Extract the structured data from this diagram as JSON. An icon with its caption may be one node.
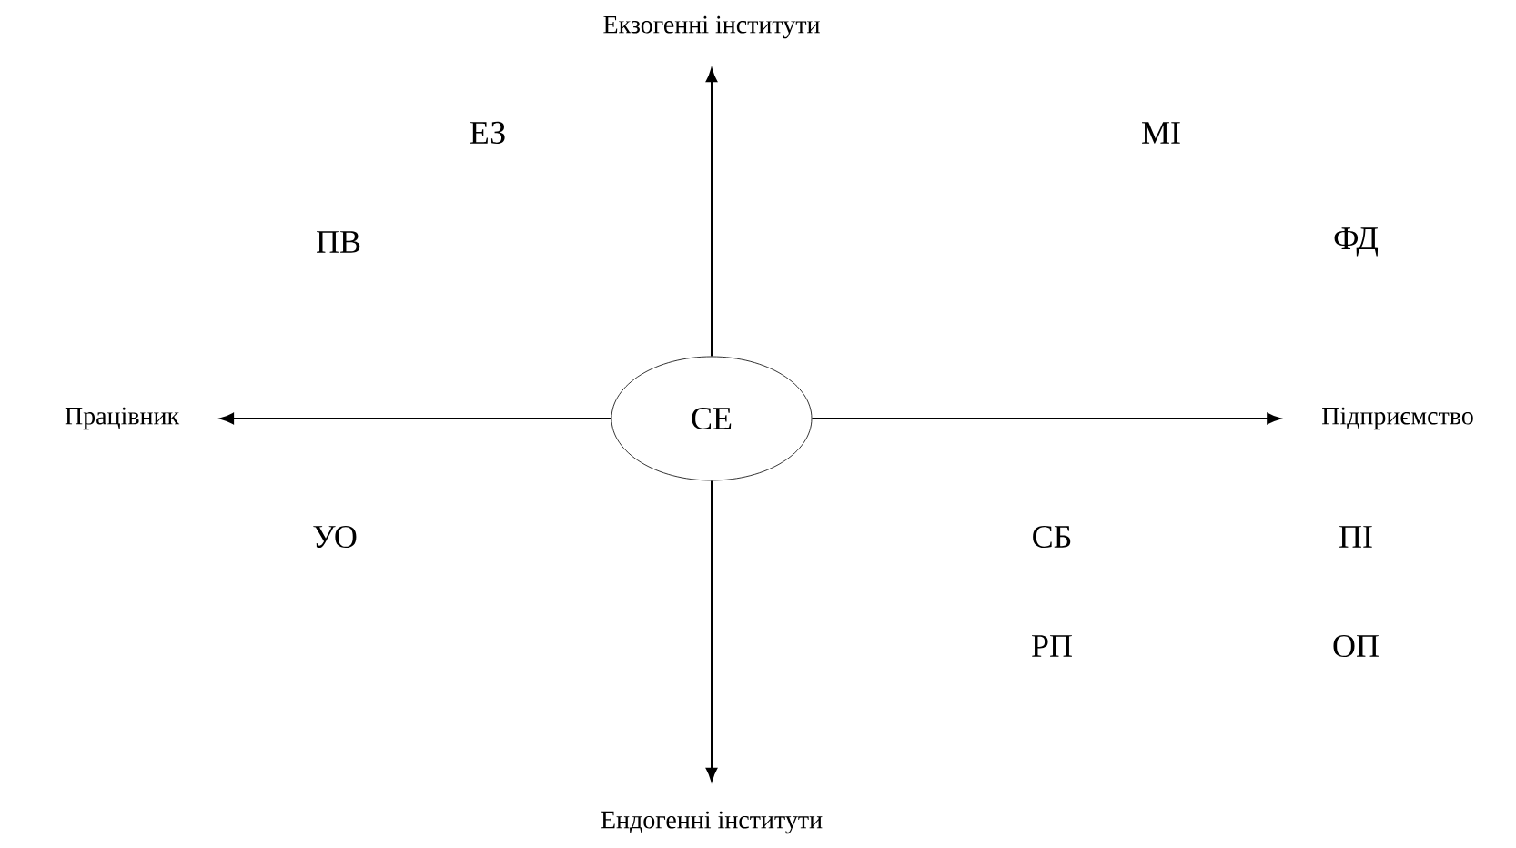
{
  "diagram": {
    "nodes": [
      {
        "text": [
          "СЕ"
        ]
      },
      {
        "text": [
          "Екзогенні інститути"
        ]
      },
      {
        "text": [
          "Працівник"
        ]
      },
      {
        "text": [
          "Підприємство"
        ]
      },
      {
        "text": [
          "Ендогенні інститути"
        ]
      }
    ],
    "edges": [
      {
        "from": 0,
        "to": 1,
        "arrow": "to"
      },
      {
        "from": 0,
        "to": 2,
        "arrow": "to"
      },
      {
        "from": 0,
        "to": 3,
        "arrow": "to"
      },
      {
        "from": 0,
        "to": 4,
        "arrow": "to"
      }
    ],
    "labels": [
      "ЕЗ",
      "МІ",
      "ПВ",
      "ФД",
      "УО",
      "СБ",
      "ПІ",
      "РП",
      "ОП"
    ]
  }
}
